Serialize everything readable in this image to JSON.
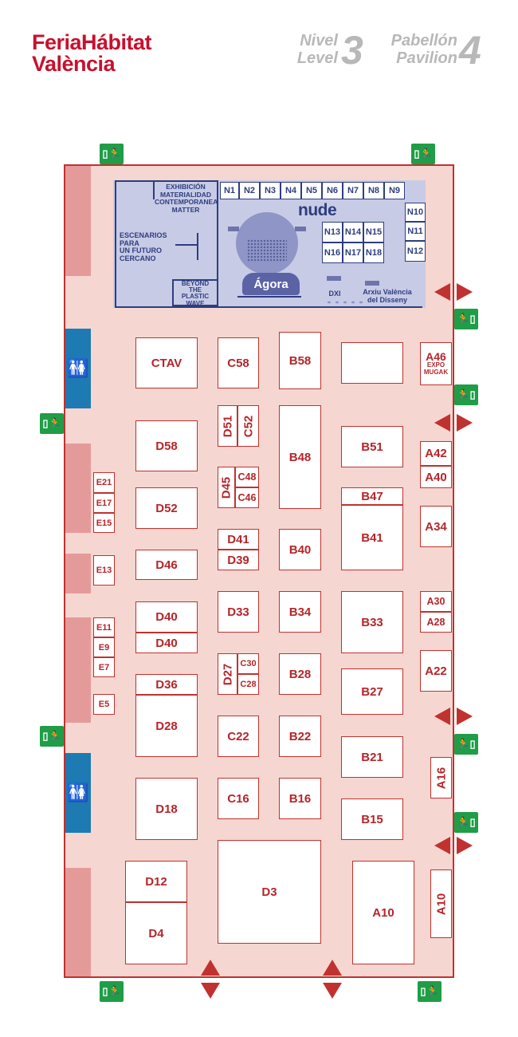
{
  "header": {
    "logo_line1": "FeriaHábitat",
    "logo_line2": "València",
    "level_label_es": "Nivel",
    "level_label_en": "Level",
    "level_number": "3",
    "pavilion_label_es": "Pabellón",
    "pavilion_label_en": "Pavilion",
    "pavilion_number": "4"
  },
  "colors": {
    "brand": "#c8102e",
    "stand_border": "#c0322f",
    "hall_fill": "#f6d6d0",
    "zone_fill": "#c8cbe6",
    "zone_ink": "#2d3e7e",
    "exit": "#1f9d47",
    "wc": "#1e7ab2"
  },
  "nzone": {
    "n_stands": [
      "N1",
      "N2",
      "N3",
      "N4",
      "N5",
      "N6",
      "N7",
      "N8",
      "N9",
      "N10",
      "N11",
      "N12",
      "N13",
      "N14",
      "N15",
      "N16",
      "N17",
      "N18"
    ],
    "nude": "nude",
    "agora": "Ágora",
    "dxi": "DXI",
    "arxiu": "Arxiu València\ndel Disseny",
    "exhibicion": "EXHIBICIÓN\nMATERIALIDAD\nCONTEMPORANEA\nMATTER",
    "escenarios": "ESCENARIOS\nPARA\nUN FUTURO\nCERCANO",
    "beyond": "BEYOND\nTHE\nPLASTIC\nWAVE"
  },
  "stands": {
    "ctav": "CTAV",
    "c58": "C58",
    "b58": "B58",
    "a46": "A46",
    "a46_sub": "EXPO\nMUGAK",
    "d51": "D51",
    "c52": "C52",
    "b48": "B48",
    "d58": "D58",
    "b51": "B51",
    "a42": "A42",
    "a40": "A40",
    "e21": "E21",
    "e17": "E17",
    "e15": "E15",
    "d52": "D52",
    "d45": "D45",
    "c48": "C48",
    "c46": "C46",
    "b47": "B47",
    "b41": "B41",
    "a34": "A34",
    "d41": "D41",
    "d39": "D39",
    "b40": "B40",
    "e13": "E13",
    "d46": "D46",
    "d40a": "D40",
    "d40b": "D40",
    "d33": "D33",
    "b34": "B34",
    "b33": "B33",
    "a30": "A30",
    "a28": "A28",
    "e11": "E11",
    "e9": "E9",
    "e7": "E7",
    "a22": "A22",
    "d36": "D36",
    "d27": "D27",
    "c30": "C30",
    "c28": "C28",
    "b28": "B28",
    "b27": "B27",
    "e5": "E5",
    "d28": "D28",
    "c22": "C22",
    "b22": "B22",
    "b21": "B21",
    "a16": "A16",
    "d18": "D18",
    "c16": "C16",
    "b16": "B16",
    "b15": "B15",
    "d12": "D12",
    "d4": "D4",
    "d3": "D3",
    "a10a": "A10",
    "a10b": "A10"
  },
  "icons": {
    "exit": "emergency-exit-icon",
    "wc": "restroom-icon",
    "arrow": "access-arrow-icon"
  }
}
